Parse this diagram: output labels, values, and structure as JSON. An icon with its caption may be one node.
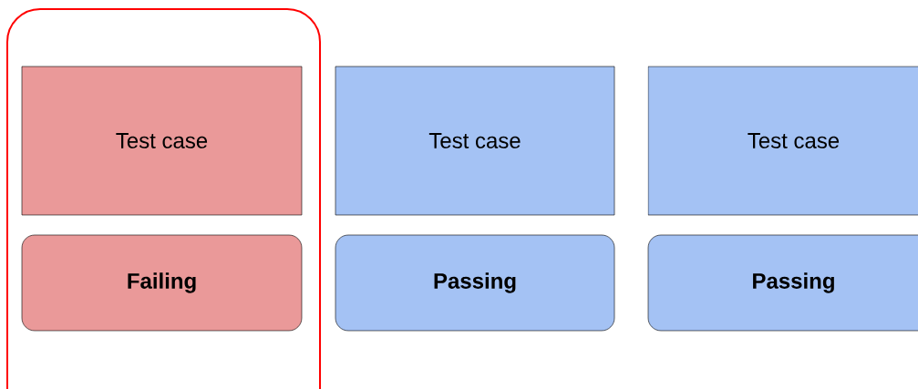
{
  "diagram": {
    "nodes": [
      {
        "text": [],
        "shape": "box"
      },
      {
        "text": [
          "Test case"
        ],
        "in": 0
      },
      {
        "text": [
          "Failing"
        ],
        "in": 0
      },
      {
        "text": [
          "Test case"
        ]
      },
      {
        "text": [
          "Passing"
        ]
      },
      {
        "text": [
          "Test case"
        ]
      },
      {
        "text": [
          "Passing"
        ]
      }
    ]
  }
}
